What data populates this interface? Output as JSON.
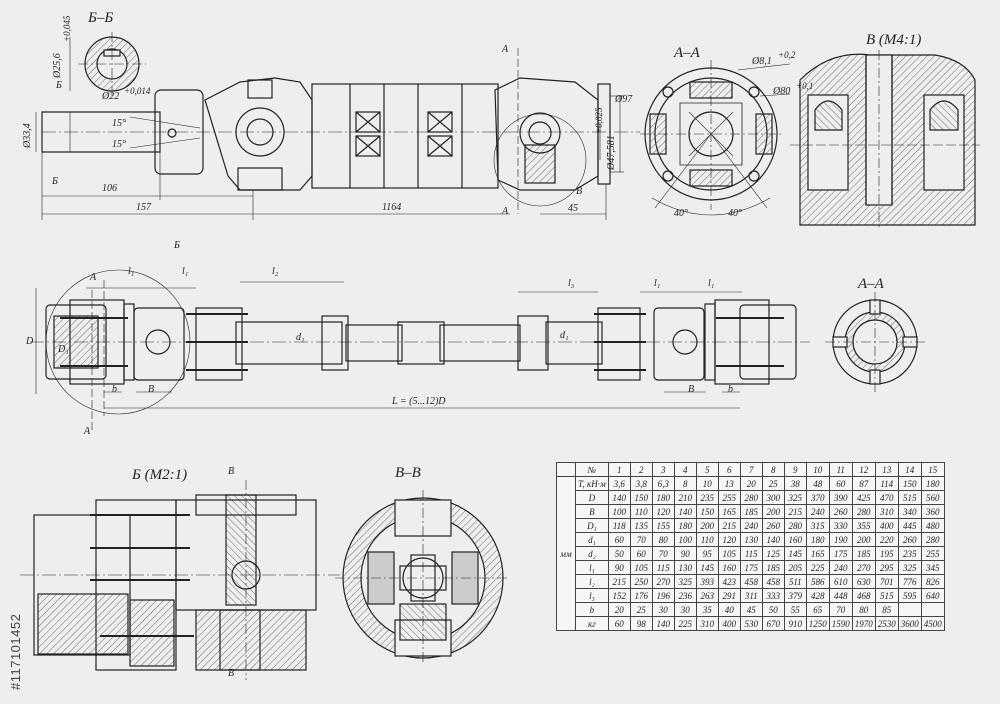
{
  "sections": {
    "bb_title": "Б–Б",
    "aa_title": "А–А",
    "b_detail_title": "В (M4:1)",
    "aa2_title": "А–А",
    "b_m21_title": "Б (M2:1)",
    "vv_title": "В–В"
  },
  "dims": {
    "d25": "Ø25,6",
    "d25_tol": "+0,045",
    "d22": "Ø22",
    "d22_tol": "+0,014",
    "d33": "Ø33,4",
    "angle1": "15°",
    "angle2": "15°",
    "l106": "106",
    "l157": "157",
    "l1164": "1164",
    "l45": "45",
    "d97": "Ø97",
    "d47": "Ø47,581",
    "d47_tol": "+0,025",
    "d81": "Ø8,1",
    "d81_tol": "+0,2",
    "d80": "Ø80",
    "d80_tol": "+0,1",
    "a40l": "40°",
    "a40r": "40°",
    "cut_A": "А",
    "cut_B": "Б",
    "cut_V": "В",
    "l1": "l₁",
    "l2": "l₂",
    "l3": "l₃",
    "D": "D",
    "D1": "D₁",
    "d1": "d₁",
    "b": "b",
    "B": "B",
    "L": "L = (5...12)D",
    "Bcallout": "Б"
  },
  "table": {
    "header": [
      "№",
      "1",
      "2",
      "3",
      "4",
      "5",
      "6",
      "7",
      "8",
      "9",
      "10",
      "11",
      "12",
      "13",
      "14",
      "15"
    ],
    "unit_mm": "мм",
    "rows": [
      {
        "unit": "",
        "param": "Т, кН·м",
        "values": [
          "3,6",
          "3,8",
          "6,3",
          "8",
          "10",
          "13",
          "20",
          "25",
          "38",
          "48",
          "60",
          "87",
          "114",
          "150",
          "180"
        ]
      },
      {
        "unit": "",
        "param": "D",
        "values": [
          "140",
          "150",
          "180",
          "210",
          "235",
          "255",
          "280",
          "300",
          "325",
          "370",
          "390",
          "425",
          "470",
          "515",
          "560"
        ]
      },
      {
        "unit": "",
        "param": "B",
        "values": [
          "100",
          "110",
          "120",
          "140",
          "150",
          "165",
          "185",
          "200",
          "215",
          "240",
          "260",
          "280",
          "310",
          "340",
          "360"
        ]
      },
      {
        "unit": "",
        "param": "D₁",
        "values": [
          "118",
          "135",
          "155",
          "180",
          "200",
          "215",
          "240",
          "260",
          "280",
          "315",
          "330",
          "355",
          "400",
          "445",
          "480"
        ]
      },
      {
        "unit": "",
        "param": "d₁",
        "values": [
          "60",
          "70",
          "80",
          "100",
          "110",
          "120",
          "130",
          "140",
          "160",
          "180",
          "190",
          "200",
          "220",
          "260",
          "280"
        ]
      },
      {
        "unit": "",
        "param": "d₂",
        "values": [
          "50",
          "60",
          "70",
          "90",
          "95",
          "105",
          "115",
          "125",
          "145",
          "165",
          "175",
          "185",
          "195",
          "235",
          "255"
        ]
      },
      {
        "unit": "",
        "param": "l₁",
        "values": [
          "90",
          "105",
          "115",
          "130",
          "145",
          "160",
          "175",
          "185",
          "205",
          "225",
          "240",
          "270",
          "295",
          "325",
          "345"
        ]
      },
      {
        "unit": "",
        "param": "l₂",
        "values": [
          "215",
          "250",
          "270",
          "325",
          "393",
          "423",
          "458",
          "458",
          "511",
          "586",
          "610",
          "630",
          "701",
          "776",
          "826"
        ]
      },
      {
        "unit": "",
        "param": "l₃",
        "values": [
          "152",
          "176",
          "196",
          "236",
          "263",
          "291",
          "311",
          "333",
          "379",
          "428",
          "448",
          "468",
          "515",
          "595",
          "640"
        ]
      },
      {
        "unit": "",
        "param": "b",
        "values": [
          "20",
          "25",
          "30",
          "30",
          "35",
          "40",
          "45",
          "50",
          "55",
          "65",
          "70",
          "80",
          "85"
        ]
      },
      {
        "unit": "",
        "param": "кг",
        "values": [
          "60",
          "98",
          "140",
          "225",
          "310",
          "400",
          "530",
          "670",
          "910",
          "1250",
          "1590",
          "1970",
          "2530",
          "3600",
          "4500"
        ]
      }
    ]
  },
  "watermark_id": "#117101452"
}
